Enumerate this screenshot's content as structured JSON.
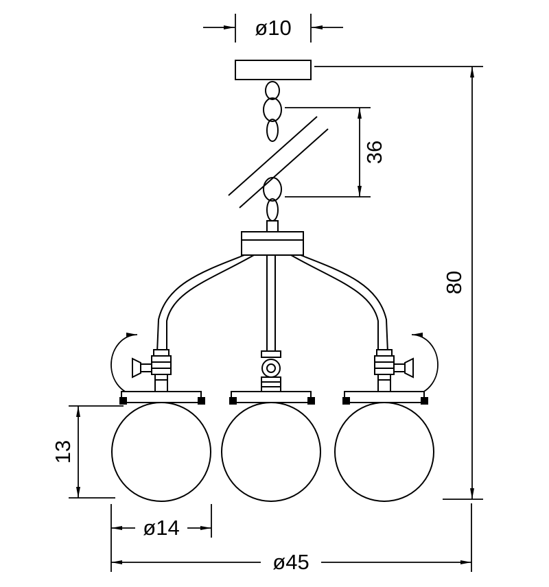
{
  "page": {
    "background": "#ffffff",
    "line_color": "#000000"
  },
  "diagram": {
    "kind": "pendant-lamp-technical-dimension-drawing",
    "labels": {
      "canopy_diameter": "ø10",
      "chain_length": "36",
      "total_height": "80",
      "shade_height": "13",
      "shade_diameter": "ø14",
      "fixture_diameter": "ø45"
    }
  }
}
